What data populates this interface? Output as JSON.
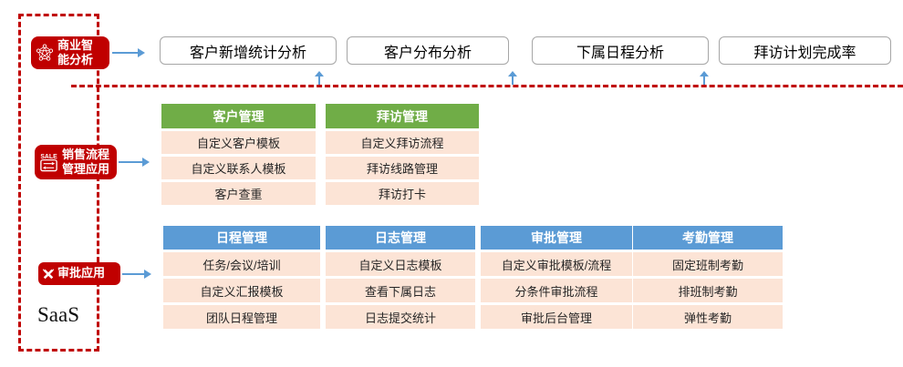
{
  "diagram": {
    "platform_label": "SaaS",
    "modules": [
      {
        "label": "商业智能分析",
        "icon": "network-graph-icon"
      },
      {
        "label": "销售流程管理应用",
        "icon": "sale-sliders-icon",
        "icon_text": "SALE"
      },
      {
        "label": "审批应用",
        "icon": "crossed-tools-icon"
      }
    ],
    "analysis_boxes": [
      "客户新增统计分析",
      "客户分布分析",
      "下属日程分析",
      "拜访计划完成率"
    ],
    "sales_tables": [
      {
        "header": "客户管理",
        "rows": [
          "自定义客户模板",
          "自定义联系人模板",
          "客户查重"
        ]
      },
      {
        "header": "拜访管理",
        "rows": [
          "自定义拜访流程",
          "拜访线路管理",
          "拜访打卡"
        ]
      }
    ],
    "approval_tables": [
      {
        "header": "日程管理",
        "rows": [
          "任务/会议/培训",
          "自定义汇报模板",
          "团队日程管理"
        ]
      },
      {
        "header": "日志管理",
        "rows": [
          "自定义日志模板",
          "查看下属日志",
          "日志提交统计"
        ]
      },
      {
        "header": "审批管理",
        "rows": [
          "自定义审批模板/流程",
          "分条件审批流程",
          "审批后台管理"
        ]
      },
      {
        "header": "考勤管理",
        "rows": [
          "固定班制考勤",
          "排班制考勤",
          "弹性考勤"
        ]
      }
    ],
    "colors": {
      "module_red": "#C00000",
      "sales_header_green": "#70AD47",
      "approval_header_blue": "#5B9BD5",
      "row_peach": "#FCE4D6",
      "arrow_blue": "#5B9BD5",
      "box_border_gray": "#A6A6A6"
    }
  }
}
